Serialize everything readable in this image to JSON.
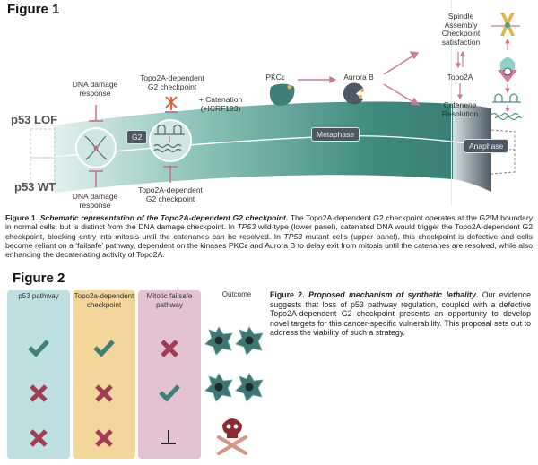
{
  "figure1": {
    "title": "Figure 1",
    "labels": {
      "dna_damage_top": "DNA damage response",
      "topo_checkpoint_top": "Topo2A-dependent G2 checkpoint",
      "catenation": "+ Catenation",
      "icrf": "(+ICRF193)",
      "pkc": "PKCε",
      "aurora": "Aurora B",
      "sac": [
        "Spindle",
        "Assembly",
        "Checkpoint",
        "satisfaction"
      ],
      "topo2a": "Topo2A",
      "catenene": [
        "Catenene",
        "Resolution"
      ],
      "p53_lof": "p53 LOF",
      "p53_wt": "p53 WT",
      "g2": "G2",
      "metaphase": "Metaphase",
      "anaphase": "Anaphase",
      "dna_damage_bottom": "DNA damage response",
      "topo_checkpoint_bottom": "Topo2A-dependent G2 checkpoint"
    },
    "caption": {
      "label": "Figure 1.",
      "title": "Schematic representation of the Topo2A-dependent G2 checkpoint.",
      "text_1": " The Topo2A-dependent G2 checkpoint operates at the G2/M boundary in normal cells, but is distinct from the DNA damage checkpoint. In ",
      "tp53_a": "TP53",
      "text_2": " wild-type (lower panel), catenated DNA would trigger the Topo2A-dependent G2 checkpoint, blocking entry into mitosis until the catenanes can be resolved. In ",
      "tp53_b": "TP53",
      "text_3": " mutant cells (upper panel), this checkpoint is defective and cells become reliant on a ‘failsafe’ pathway, dependent on the kinases PKCε and Aurora B to delay exit from mitosis until the catenanes are resolved, while also enhancing the decatenating activity of Topo2A."
    }
  },
  "figure2": {
    "title": "Figure 2",
    "columns": [
      {
        "header": [
          "p53 pathway"
        ],
        "color": "#bfe0e2",
        "rows": [
          "check",
          "cross",
          "cross"
        ]
      },
      {
        "header": [
          "Topo2a-dependent",
          "checkpoint"
        ],
        "color": "#f2d69a",
        "rows": [
          "check",
          "cross",
          "cross"
        ]
      },
      {
        "header": [
          "Mitotic failsafe",
          "pathway"
        ],
        "color": "#e3c2d2",
        "rows": [
          "cross",
          "check",
          "inhibit"
        ]
      }
    ],
    "outcome_header": "Outcome",
    "outcomes": [
      "viable-cells",
      "viable-cells",
      "death"
    ],
    "caption": {
      "label": "Figure 2.",
      "title": "Proposed mechanism of synthetic lethality",
      "text": ". Our evidence suggests that loss of p53 pathway regulation, coupled with a defective Topo2A-dependent G2 checkpoint presents an opportunity to develop novel targets for this cancer-specific vulnerability. This proposal sets out to address the viability of such a strategy."
    }
  },
  "colors": {
    "teal": "#3f7f7a",
    "crimson": "#a33a56",
    "pink_arrow": "#c97a98",
    "slate": "#4d5864",
    "skull": "#8e2a2e",
    "bones": "#d9967f"
  }
}
